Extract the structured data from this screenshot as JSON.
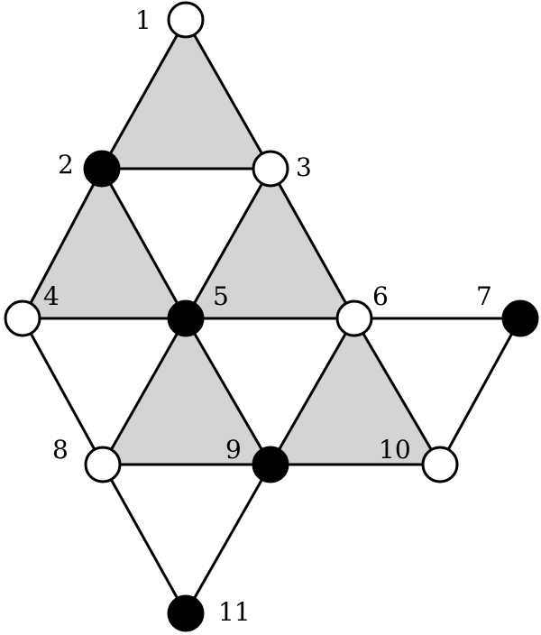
{
  "colors": {
    "shade": "#d4d4d4",
    "filled": "#000000",
    "empty": "#ffffff",
    "stroke": "#000000"
  },
  "nodes": [
    {
      "id": "1",
      "label": "1",
      "filled": false
    },
    {
      "id": "2",
      "label": "2",
      "filled": true
    },
    {
      "id": "3",
      "label": "3",
      "filled": false
    },
    {
      "id": "4",
      "label": "4",
      "filled": false
    },
    {
      "id": "5",
      "label": "5",
      "filled": true
    },
    {
      "id": "6",
      "label": "6",
      "filled": false
    },
    {
      "id": "7",
      "label": "7",
      "filled": true
    },
    {
      "id": "8",
      "label": "8",
      "filled": false
    },
    {
      "id": "9",
      "label": "9",
      "filled": true
    },
    {
      "id": "10",
      "label": "10",
      "filled": false
    },
    {
      "id": "11",
      "label": "11",
      "filled": true
    }
  ],
  "edges": [
    [
      "1",
      "2"
    ],
    [
      "1",
      "3"
    ],
    [
      "2",
      "3"
    ],
    [
      "2",
      "4"
    ],
    [
      "2",
      "5"
    ],
    [
      "3",
      "5"
    ],
    [
      "3",
      "6"
    ],
    [
      "4",
      "5"
    ],
    [
      "5",
      "6"
    ],
    [
      "6",
      "7"
    ],
    [
      "4",
      "8"
    ],
    [
      "5",
      "8"
    ],
    [
      "5",
      "9"
    ],
    [
      "6",
      "9"
    ],
    [
      "6",
      "10"
    ],
    [
      "7",
      "10"
    ],
    [
      "8",
      "9"
    ],
    [
      "9",
      "10"
    ],
    [
      "8",
      "11"
    ],
    [
      "9",
      "11"
    ]
  ],
  "shaded_triangles": [
    [
      "1",
      "2",
      "3"
    ],
    [
      "2",
      "4",
      "5"
    ],
    [
      "3",
      "5",
      "6"
    ],
    [
      "5",
      "8",
      "9"
    ],
    [
      "6",
      "9",
      "10"
    ]
  ]
}
